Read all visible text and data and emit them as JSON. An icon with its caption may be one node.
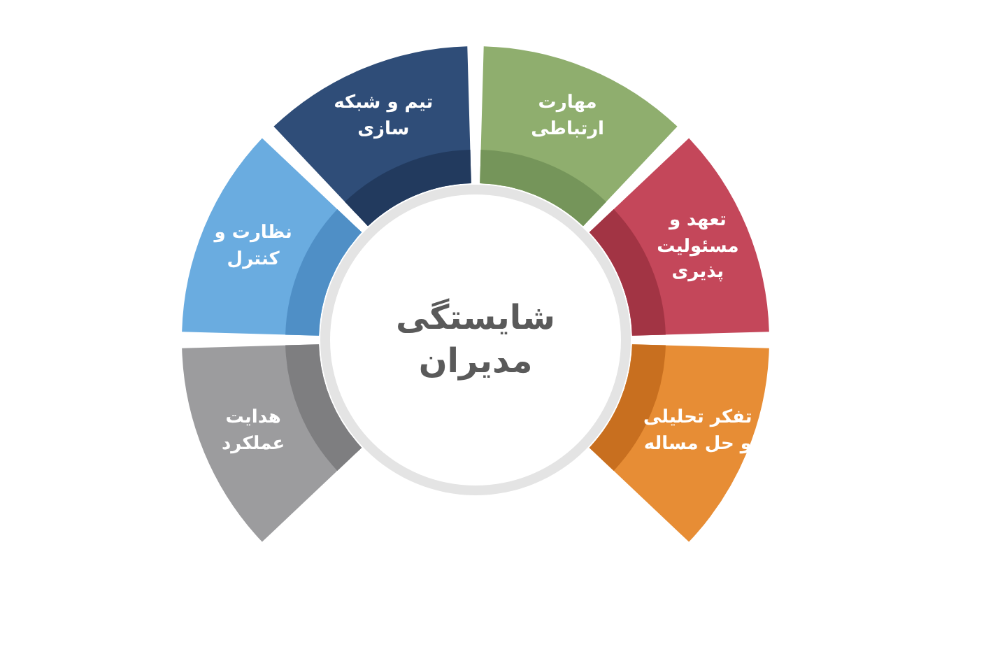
{
  "diagram": {
    "nodes": [
      {
        "text": [
          "شایستگی مدیران"
        ]
      },
      {
        "text": [
          "هدایت عملکرد"
        ]
      },
      {
        "text": [
          "نظارت و کنترل"
        ]
      },
      {
        "text": [
          "تیم و شبکه سازی"
        ]
      },
      {
        "text": [
          "مهارت ارتباطی"
        ]
      },
      {
        "text": [
          "تعهد و مسئولیت پذیری"
        ]
      },
      {
        "text": [
          "تفکر تحلیلی و حل مساله"
        ]
      }
    ]
  }
}
